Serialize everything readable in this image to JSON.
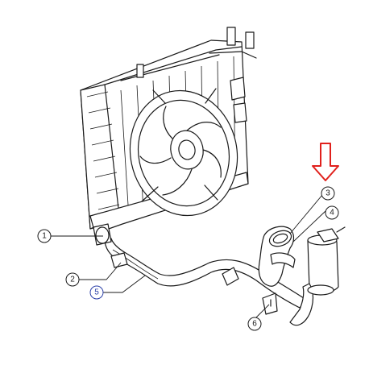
{
  "diagram": {
    "callouts": [
      {
        "id": "1",
        "label": "1",
        "color": "#1a1a1a"
      },
      {
        "id": "2",
        "label": "2",
        "color": "#1a1a1a"
      },
      {
        "id": "3",
        "label": "3",
        "color": "#1a1a1a"
      },
      {
        "id": "4",
        "label": "4",
        "color": "#1a1a1a"
      },
      {
        "id": "5",
        "label": "5",
        "color": "#2a3fa8"
      },
      {
        "id": "6",
        "label": "6",
        "color": "#1a1a1a"
      }
    ],
    "indicator_arrow_color": "#e0201c",
    "line_color": "#1a1a1a",
    "background": "#ffffff"
  }
}
